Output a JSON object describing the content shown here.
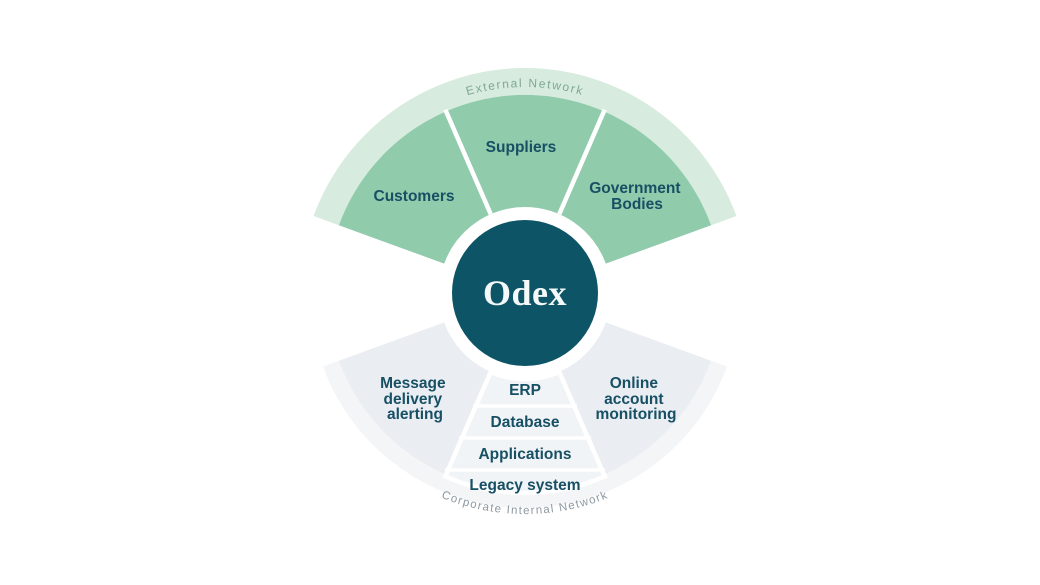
{
  "center": {
    "label": "Odex"
  },
  "external_network": {
    "arc_label": "External Network",
    "segments": {
      "customers": {
        "label": "Customers"
      },
      "suppliers": {
        "label": "Suppliers"
      },
      "government_bodies": {
        "lines": [
          "Government",
          "Bodies"
        ]
      }
    }
  },
  "internal_network": {
    "arc_label": "Corporate Internal Network",
    "left_segment": {
      "lines": [
        "Message",
        "delivery",
        "alerting"
      ]
    },
    "stack": {
      "rows": [
        "ERP",
        "Database",
        "Applications",
        "Legacy system"
      ]
    },
    "right_segment": {
      "lines": [
        "Online",
        "account",
        "monitoring"
      ]
    }
  },
  "colors": {
    "external_band": "#d7ebdf",
    "external_fan": "#90cbac",
    "internal_band": "#f3f5f7",
    "internal_fan": "#eaeef2",
    "stack_wedge": "#f1f4f6",
    "center_circle": "#0d5466",
    "center_ring": "#ffffff",
    "center_text": "#f4f8f8",
    "label_text": "#174f64",
    "external_arc_text": "#7fa896",
    "internal_arc_text": "#8e99a1"
  }
}
